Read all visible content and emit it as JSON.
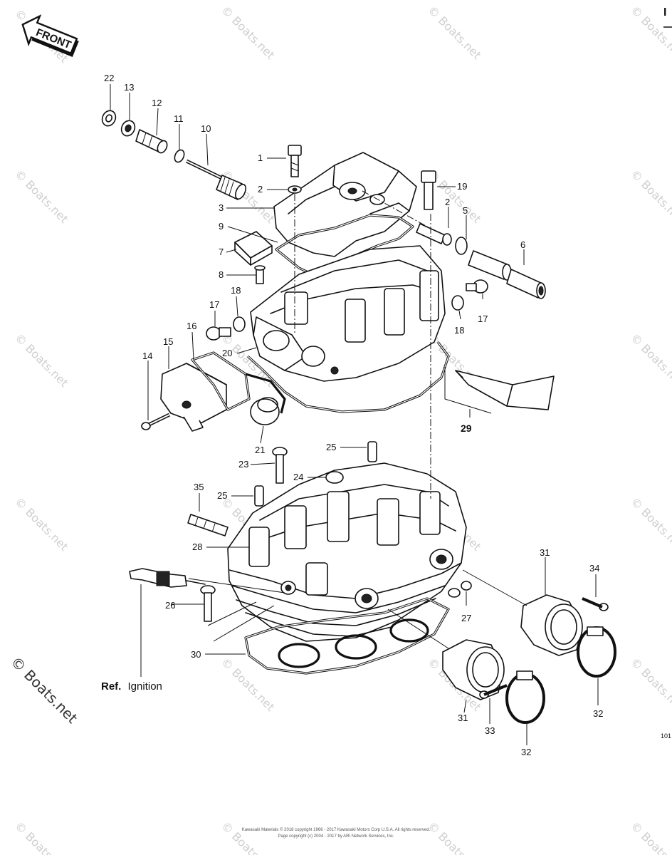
{
  "watermark": "© Boats.net",
  "front_label": "FRONT",
  "page_number": "101",
  "corner_mark": "I",
  "ref_label": "Ref.",
  "ref_text": "Ignition",
  "copyright_line1": "Kawasaki Materials © 2018 copyright 1966 - 2017 Kawasaki Motors Corp U.S.A. All rights reserved.",
  "copyright_line2": "Page copyright (c) 2004 - 2017 by ARI Network Services, Inc.",
  "callouts": {
    "c1": "1",
    "c2a": "2",
    "c2b": "2",
    "c3": "3",
    "c5": "5",
    "c6": "6",
    "c7": "7",
    "c8": "8",
    "c9": "9",
    "c10": "10",
    "c11": "11",
    "c12": "12",
    "c13": "13",
    "c14": "14",
    "c15": "15",
    "c16": "16",
    "c17a": "17",
    "c17b": "17",
    "c18a": "18",
    "c18b": "18",
    "c19": "19",
    "c20": "20",
    "c21": "21",
    "c22": "22",
    "c23": "23",
    "c24": "24",
    "c25a": "25",
    "c25b": "25",
    "c26": "26",
    "c27": "27",
    "c28": "28",
    "c29": "29",
    "c30": "30",
    "c31a": "31",
    "c31b": "31",
    "c32a": "32",
    "c32b": "32",
    "c33": "33",
    "c34": "34",
    "c35": "35"
  }
}
